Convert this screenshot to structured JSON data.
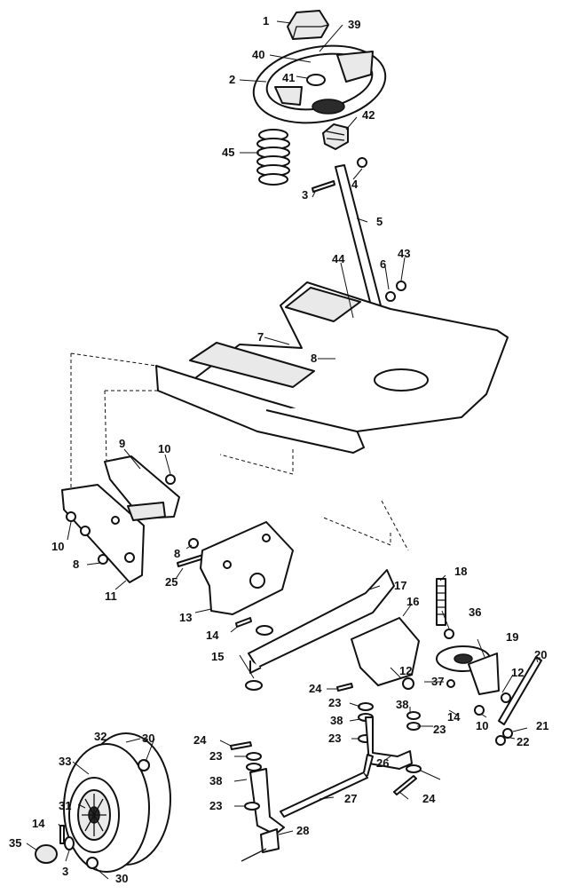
{
  "callouts": {
    "c1": "1",
    "c39": "39",
    "c40": "40",
    "c41": "41",
    "c2": "2",
    "c42": "42",
    "c45": "45",
    "c4": "4",
    "c3": "3",
    "c5": "5",
    "c44": "44",
    "c6": "6",
    "c43": "43",
    "c7": "7",
    "c8a": "8",
    "c9": "9",
    "c10a": "10",
    "c10b": "10",
    "c8b": "8",
    "c8c": "8",
    "c11": "11",
    "c25": "25",
    "c13": "13",
    "c17": "17",
    "c18": "18",
    "c16": "16",
    "c36": "36",
    "c19": "19",
    "c14a": "14",
    "c15": "15",
    "c12a": "12",
    "c20": "20",
    "c37": "37",
    "c12b": "12",
    "c24a": "24",
    "c23a": "23",
    "c38a": "38",
    "c38b": "38",
    "c14b": "14",
    "c10c": "10",
    "c21": "21",
    "c23b": "23",
    "c23c": "23",
    "c22": "22",
    "c32": "32",
    "c30a": "30",
    "c24b": "24",
    "c26": "26",
    "c23d": "23",
    "c33": "33",
    "c38c": "38",
    "c27": "27",
    "c31": "31",
    "c23e": "23",
    "c24c": "24",
    "c28": "28",
    "c14c": "14",
    "c35": "35",
    "c3b": "3",
    "c30b": "30"
  }
}
